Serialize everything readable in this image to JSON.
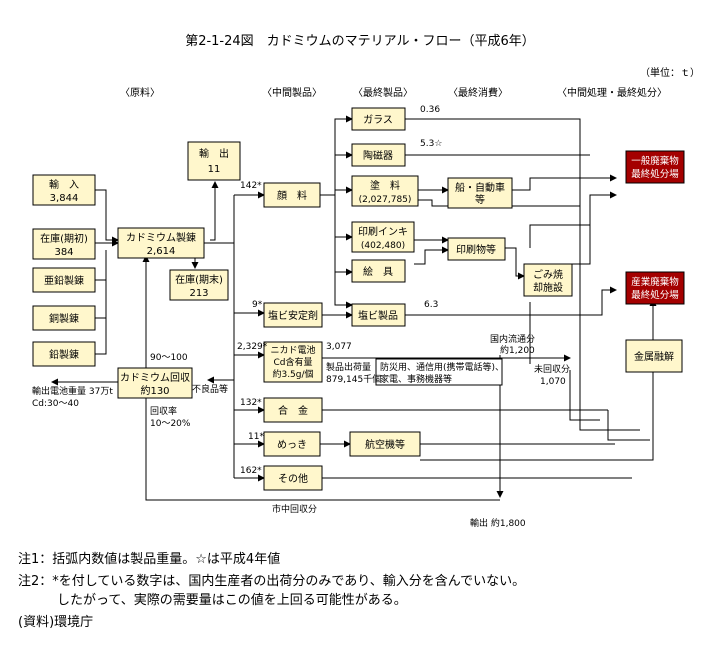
{
  "title": "第2-1-24図　カドミウムのマテリアル・フロー（平成6年）",
  "unit": "（単位：ｔ）",
  "columns": [
    "〈原料〉",
    "〈中間製品〉",
    "〈最終製品〉",
    "〈最終消費〉",
    "〈中間処理・最終処分〉"
  ],
  "boxes": {
    "import": [
      "輸　入",
      "3,844"
    ],
    "stock_start": [
      "在庫(期初)",
      "384"
    ],
    "zinc": [
      "亜鉛製錬"
    ],
    "copper": [
      "銅製錬"
    ],
    "lead": [
      "鉛製錬"
    ],
    "refining": [
      "カドミウム製錬",
      "2,614"
    ],
    "export": [
      "輸　出",
      "11"
    ],
    "stock_end": [
      "在庫(期末)",
      "213"
    ],
    "recovery": [
      "カドミウム回収",
      "約130"
    ],
    "pigment": [
      "顔　料"
    ],
    "pvc_stab": [
      "塩ビ安定剤"
    ],
    "nicd": [
      "ニカド電池",
      "Cd含有量",
      "約3.5g/個"
    ],
    "alloy": [
      "合　金"
    ],
    "plating": [
      "めっき"
    ],
    "other": [
      "その他"
    ],
    "glass": [
      "ガラス"
    ],
    "ceramics": [
      "陶磁器"
    ],
    "paint": [
      "塗　料",
      "(2,027,785)"
    ],
    "ink": [
      "印刷インキ",
      "(402,480)"
    ],
    "artpaint": [
      "絵　具"
    ],
    "pvc_prod": [
      "塩ビ製品"
    ],
    "aircraft": [
      "航空機等"
    ],
    "ship_car": [
      "船・自動車",
      "等"
    ],
    "printed": [
      "印刷物等"
    ],
    "incin": [
      "ごみ焼",
      "却施設"
    ],
    "general_waste": [
      "一般廃棄物",
      "最終処分場"
    ],
    "industrial_waste": [
      "産業廃棄物",
      "最終処分場"
    ],
    "metal_melt": [
      "金属融解"
    ]
  },
  "labels": {
    "glass_val": "0.36",
    "ceramics_val": "5.3☆",
    "pigment_val": "142*",
    "pvc_stab_val": "9*",
    "pvc_prod_val": "6.3",
    "nicd_val": "2,329*",
    "nicd_out": "3,077",
    "shipment": "製品出荷量",
    "shipment_val": "879,145千個",
    "uses": "防災用、通信用(携帯電話等)、",
    "uses2": "家電、事務機器等",
    "domestic": "国内流通分",
    "domestic_val": "約1,200",
    "unrecovered": "未回収分",
    "unrecovered_val": "1,070",
    "recycle_in": "90～100",
    "battery_export": "輸出電池重量 37万t",
    "battery_cd": "Cd:30～40",
    "defective": "不良品等",
    "recovery_rate": "回収率",
    "recovery_rate_val": "10～20%",
    "alloy_val": "132*",
    "plating_val": "11*",
    "other_val": "162*",
    "market_recovery": "市中回収分",
    "export_out": "輸出 約1,800"
  },
  "notes": [
    "注1：括弧内数値は製品重量。☆は平成4年値",
    "注2：*を付している数字は、国内生産者の出荷分のみであり、輸入分を含んでいない。",
    "　　　したがって、実際の需要量はこの値を上回る可能性がある。",
    "(資料)環境庁"
  ],
  "colors": {
    "box_fill": "#fff7cc",
    "waste_fill": "#a40000",
    "line": "#000000"
  }
}
